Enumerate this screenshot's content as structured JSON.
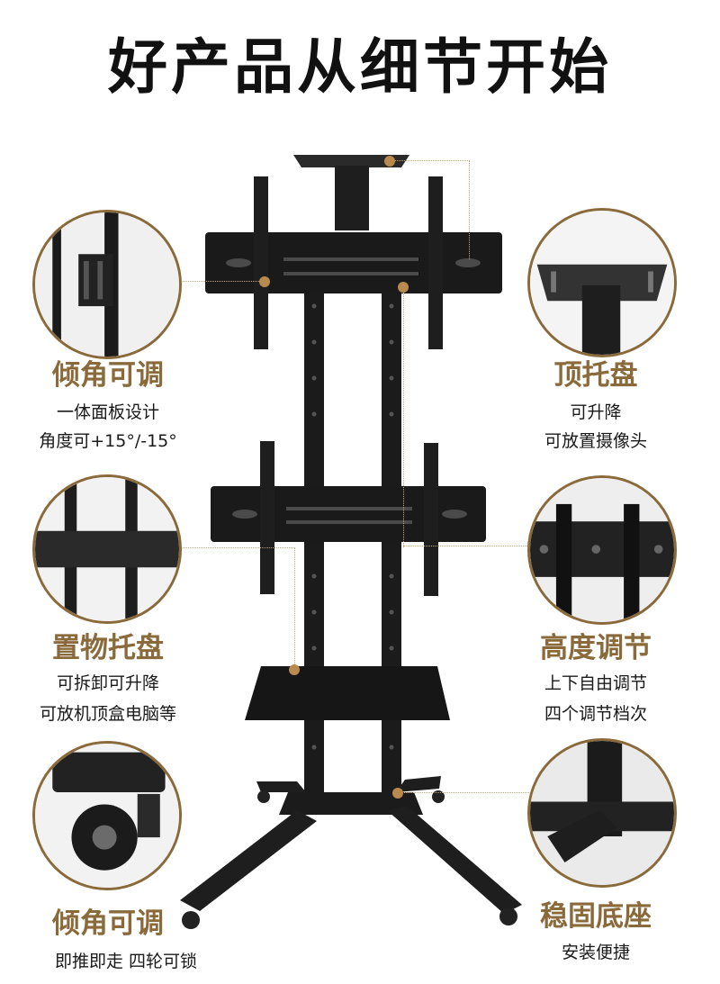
{
  "headline": "好产品从细节开始",
  "features": {
    "tilt": {
      "title": "倾角可调",
      "line1": "一体面板设计",
      "line2": "角度可+15°/-15°"
    },
    "top_tray": {
      "title": "顶托盘",
      "line1": "可升降",
      "line2": "可放置摄像头"
    },
    "shelf": {
      "title": "置物托盘",
      "line1": "可拆卸可升降",
      "line2": "可放机顶盒电脑等"
    },
    "height": {
      "title": "高度调节",
      "line1": "上下自由调节",
      "line2": "四个调节档次"
    },
    "wheels": {
      "title": "倾角可调",
      "line1": "即推即走 四轮可锁"
    },
    "base": {
      "title": "稳固底座",
      "line1": "安装便捷"
    }
  },
  "colors": {
    "accent": "#8a6a3a",
    "metal": "#1c1c1c"
  }
}
